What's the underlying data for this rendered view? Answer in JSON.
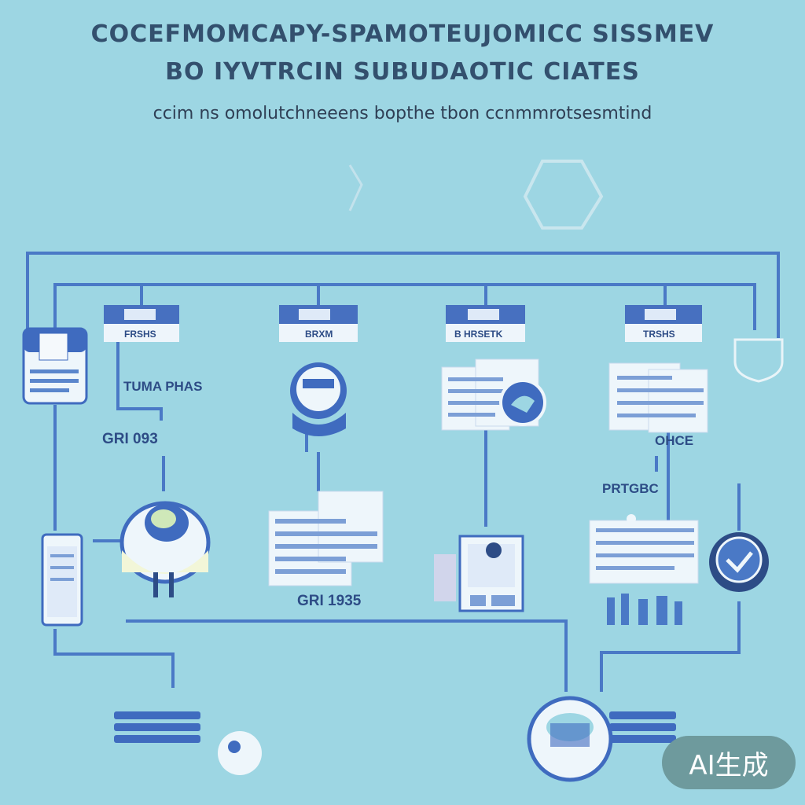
{
  "header": {
    "title_line1": "COCEFMOMCAPY-SPAMOTEUJOMICC SISSMEV",
    "title_line2": "BO IYVTRCIN SUBUDAOTIC CIATES",
    "subtitle": "ccim ns omolutchneeens bopthe tbon ccnmmrotsesmtind"
  },
  "columns": [
    {
      "tab_label": "FRSHS"
    },
    {
      "tab_label": "BRXM"
    },
    {
      "tab_label": "B HRSETK"
    },
    {
      "tab_label": "TRSHS"
    }
  ],
  "labels": {
    "left_caption": "TUMA PHAS",
    "left_code": "GRI 093",
    "center_code": "GRI 1935",
    "right_code": "OHCE",
    "right_caption": "PRTGBC"
  },
  "watermark": "AI生成",
  "colors": {
    "background": "#9dd6e3",
    "line": "#4a79c6",
    "tab": "#4770c0",
    "card": "#e9f4f8"
  }
}
